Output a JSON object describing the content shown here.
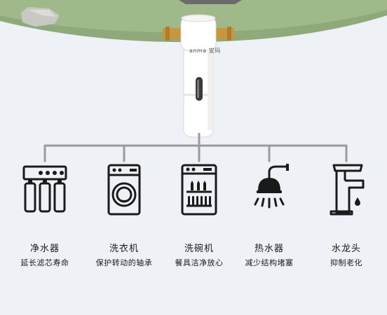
{
  "brand": "anma 安玛",
  "colors": {
    "background": "#eef1f5",
    "hill": "#8fa97a",
    "line": "#9a9a9a",
    "icon": "#1a1a1a"
  },
  "items": [
    {
      "icon": "water-purifier-icon",
      "name": "净水器",
      "desc": "延长滤芯寿命"
    },
    {
      "icon": "washing-machine-icon",
      "name": "洗衣机",
      "desc": "保护转动的轴承"
    },
    {
      "icon": "dishwasher-icon",
      "name": "洗碗机",
      "desc": "餐具洁净放心"
    },
    {
      "icon": "water-heater-shower-icon",
      "name": "热水器",
      "desc": "减少结构堵塞"
    },
    {
      "icon": "faucet-icon",
      "name": "水龙头",
      "desc": "抑制老化"
    }
  ]
}
